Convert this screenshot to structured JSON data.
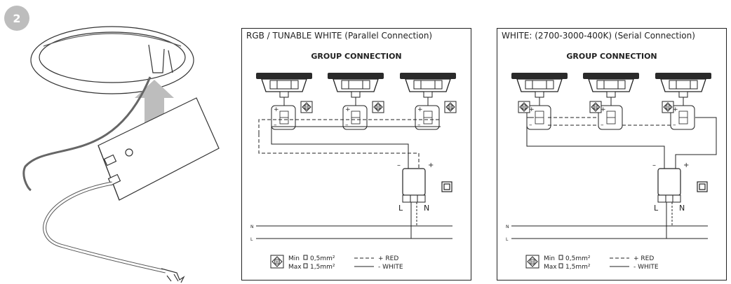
{
  "step_number": "2",
  "panels": [
    {
      "title": "RGB / TUNABLE WHITE (Parallel Connection)",
      "subtitle": "GROUP CONNECTION",
      "driver_labels": {
        "plus": "+",
        "minus": "–",
        "L": "L",
        "N": "N"
      },
      "mains_labels": {
        "N": "N",
        "L": "L"
      },
      "legend": {
        "min": "Min",
        "min_value": "0,5mm²",
        "max": "Max",
        "max_value": "1,5mm²",
        "red": "+ RED",
        "white": "- WHITE",
        "protection_class": "III"
      }
    },
    {
      "title": "WHITE: (2700-3000-400K) (Serial Connection)",
      "subtitle": "GROUP CONNECTION",
      "driver_labels": {
        "plus": "+",
        "minus": "–",
        "L": "L",
        "N": "N"
      },
      "mains_labels": {
        "N": "N",
        "L": "L"
      },
      "legend": {
        "min": "Min",
        "min_value": "0,5mm²",
        "max": "Max",
        "max_value": "1,5mm²",
        "red": "+ RED",
        "white": "- WHITE",
        "protection_class": "III"
      }
    }
  ]
}
